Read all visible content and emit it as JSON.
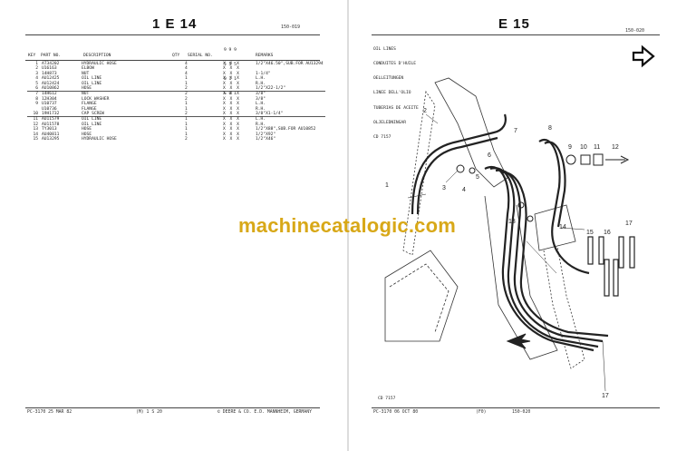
{
  "left_page": {
    "title": "1 E 14",
    "page_code": "150-019",
    "serial_header_lines": [
      "9 9 9",
      "5 5 5",
      "0 1 1",
      "S 0 I"
    ],
    "columns": {
      "key": "KEY",
      "part_no": "PART NO.",
      "description": "DESCRIPTION",
      "qty": "QTY",
      "serial": "SERIAL NO.",
      "remarks": "REMARKS"
    },
    "rows": [
      {
        "key": "1",
        "part": "AT34202",
        "desc": "HYDRAULIC HOSE",
        "qty": "4",
        "serial": "X X X",
        "remarks": "1/2\"X46.50\",SUB.FOR AU13294"
      },
      {
        "key": "2",
        "part": "U16163",
        "desc": "ELBOW",
        "qty": "4",
        "serial": "X X X",
        "remarks": ""
      },
      {
        "key": "3",
        "part": "14H873",
        "desc": "NUT",
        "qty": "4",
        "serial": "X X X",
        "remarks": "1-1/4\""
      },
      {
        "key": "4",
        "part": "AU12425",
        "desc": "OIL LINE",
        "qty": "1",
        "serial": "X X X",
        "remarks": "L.H."
      },
      {
        "key": "5",
        "part": "AU12424",
        "desc": "OIL LINE",
        "qty": "1",
        "serial": "X X X",
        "remarks": "R.H."
      },
      {
        "key": "6",
        "part": "AU10862",
        "desc": "HOSE",
        "qty": "2",
        "serial": "X X X",
        "remarks": "1/2\"X22-1/2\""
      },
      {
        "key": "7",
        "part": "14H612",
        "desc": "NUT",
        "qty": "2",
        "serial": "X X X",
        "remarks": "3/8\""
      },
      {
        "key": "8",
        "part": "12H304",
        "desc": "LOCK WASHER",
        "qty": "2",
        "serial": "X X X",
        "remarks": "3/8\""
      },
      {
        "key": "9",
        "part": "U10737",
        "desc": "FLANGE",
        "qty": "1",
        "serial": "X X X",
        "remarks": "L.H."
      },
      {
        "key": "",
        "part": "U10736",
        "desc": "FLANGE",
        "qty": "1",
        "serial": "X X X",
        "remarks": "R.H."
      },
      {
        "key": "10",
        "part": "19H1732",
        "desc": "CAP SCREW",
        "qty": "2",
        "serial": "X X X",
        "remarks": "3/8\"X1-1/4\""
      },
      {
        "key": "11",
        "part": "AU11579",
        "desc": "OIL LINE",
        "qty": "1",
        "serial": "X X X",
        "remarks": "L.H."
      },
      {
        "key": "12",
        "part": "AU11578",
        "desc": "OIL LINE",
        "qty": "1",
        "serial": "X X X",
        "remarks": "R.H."
      },
      {
        "key": "13",
        "part": "TY3013",
        "desc": "HOSE",
        "qty": "1",
        "serial": "X X X",
        "remarks": "1/2\"X88\",SUB.FOR AU10852"
      },
      {
        "key": "14",
        "part": "AU40811",
        "desc": "HOSE",
        "qty": "1",
        "serial": "X X X",
        "remarks": "1/2\"X92\""
      },
      {
        "key": "15",
        "part": "AU13295",
        "desc": "HYDRAULIC HOSE",
        "qty": "2",
        "serial": "X X X",
        "remarks": "1/2\"X46\""
      }
    ],
    "footer_left": "PC-3170   25 MAR 82",
    "footer_mid": "(M)        1 S 20",
    "footer_right": "© DEERE & CO.   E.D. MANNHEIM, GERMANY"
  },
  "right_page": {
    "title": "E 15",
    "page_code": "150-020",
    "caption_lines": [
      "OIL LINES",
      "CONDUITES D'HUILE",
      "OELLEITUNGEN",
      "LINEE DELL'OLIO",
      "TUBERIAS DE ACEITE",
      "OLJELEDNINGAR",
      "CD 7157"
    ],
    "figure_code": "CD 7157",
    "callouts": [
      "1",
      "2",
      "3",
      "4",
      "5",
      "6",
      "7",
      "8",
      "9",
      "10",
      "11",
      "12",
      "13",
      "14",
      "15",
      "16",
      "17",
      "17"
    ],
    "footer_left": "PC-3170   06 OCT 80",
    "footer_mid": "(F0)",
    "footer_right": "150-020"
  },
  "watermark": "machinecatalogic.com"
}
